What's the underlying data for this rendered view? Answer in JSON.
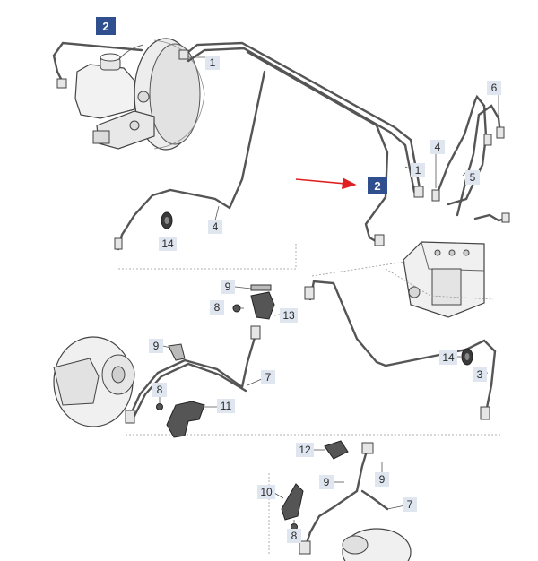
{
  "callouts": [
    {
      "id": "c2a",
      "text": "2",
      "style": "highlight"
    },
    {
      "id": "c2b",
      "text": "2",
      "style": "highlight"
    },
    {
      "id": "c1a",
      "text": "1",
      "style": "normal"
    },
    {
      "id": "c1b",
      "text": "1",
      "style": "normal"
    },
    {
      "id": "c6",
      "text": "6",
      "style": "normal"
    },
    {
      "id": "c4a",
      "text": "4",
      "style": "normal"
    },
    {
      "id": "c5",
      "text": "5",
      "style": "normal"
    },
    {
      "id": "c4b",
      "text": "4",
      "style": "normal"
    },
    {
      "id": "c14a",
      "text": "14",
      "style": "normal"
    },
    {
      "id": "c9a",
      "text": "9",
      "style": "normal"
    },
    {
      "id": "c8a",
      "text": "8",
      "style": "normal"
    },
    {
      "id": "c13",
      "text": "13",
      "style": "normal"
    },
    {
      "id": "c9b",
      "text": "9",
      "style": "normal"
    },
    {
      "id": "c7a",
      "text": "7",
      "style": "normal"
    },
    {
      "id": "c8b",
      "text": "8",
      "style": "normal"
    },
    {
      "id": "c11",
      "text": "11",
      "style": "normal"
    },
    {
      "id": "c14b",
      "text": "14",
      "style": "normal"
    },
    {
      "id": "c3",
      "text": "3",
      "style": "normal"
    },
    {
      "id": "c12",
      "text": "12",
      "style": "normal"
    },
    {
      "id": "c9c",
      "text": "9",
      "style": "normal"
    },
    {
      "id": "c10",
      "text": "10",
      "style": "normal"
    },
    {
      "id": "c9d",
      "text": "9",
      "style": "normal"
    },
    {
      "id": "c7b",
      "text": "7",
      "style": "normal"
    },
    {
      "id": "c8c",
      "text": "8",
      "style": "normal"
    }
  ],
  "colors": {
    "highlight_fill": "#2f4f8f",
    "label_fill": "#dfe6f0",
    "line": "#555555",
    "part_fill": "#eeeeee",
    "part_stroke": "#444444",
    "arrow": "#e02020"
  }
}
